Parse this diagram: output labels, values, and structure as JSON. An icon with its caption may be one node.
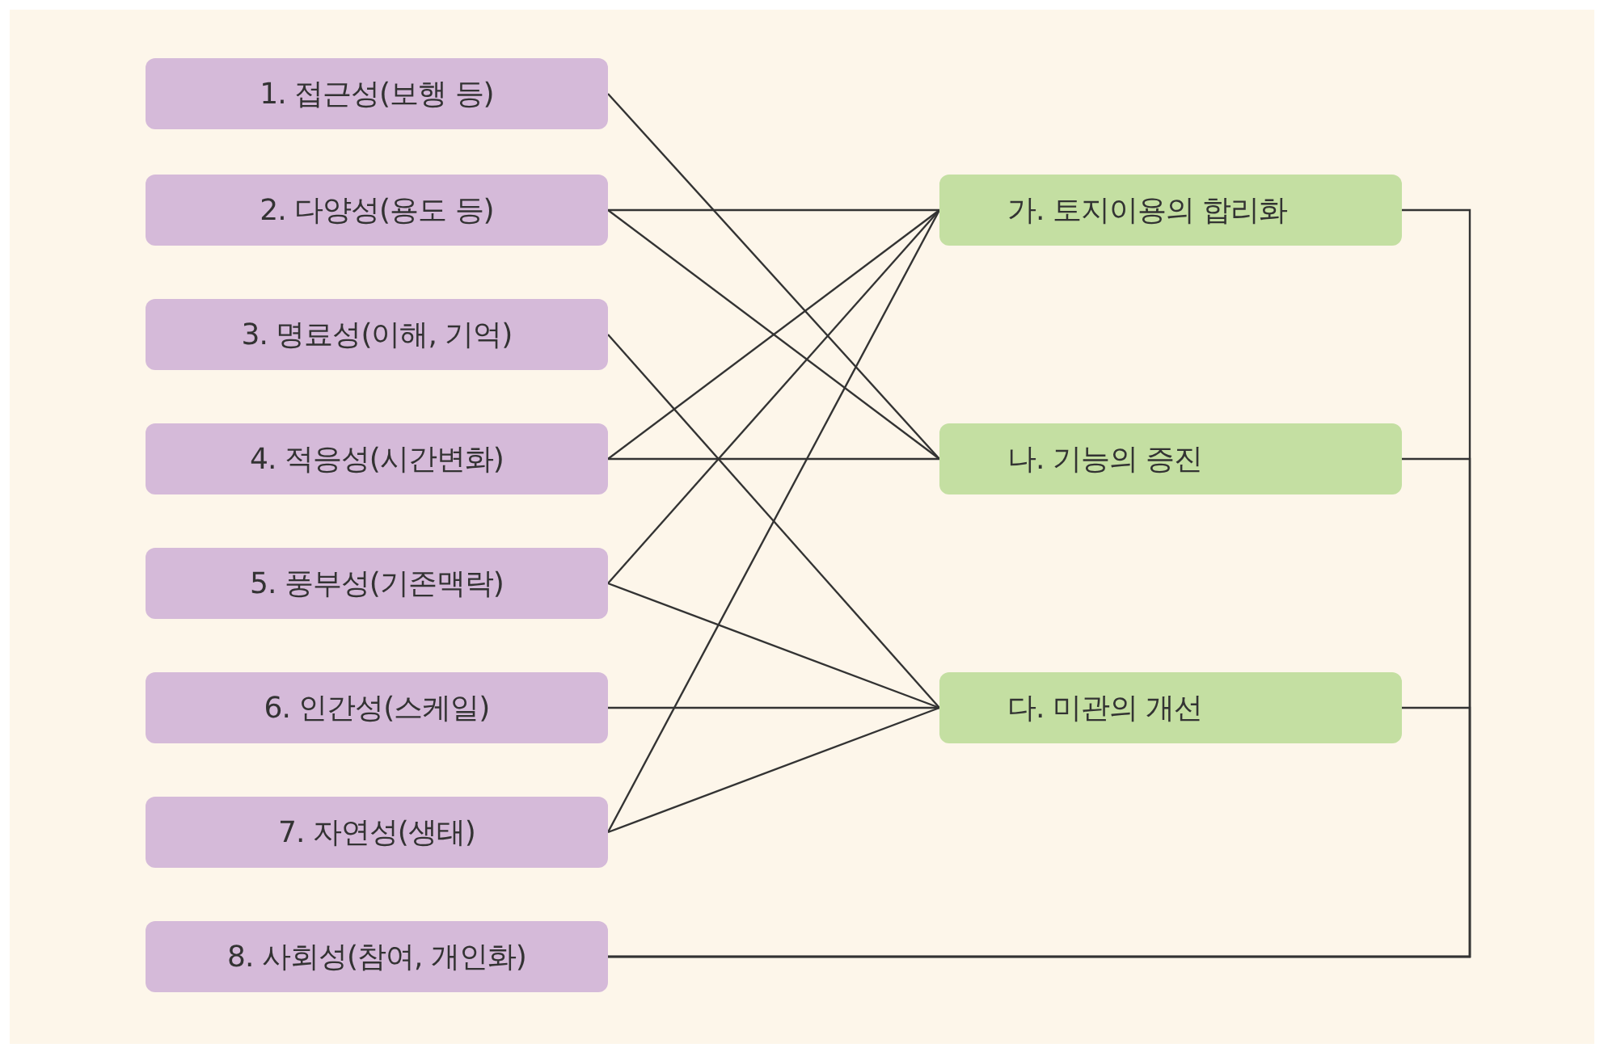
{
  "diagram": {
    "nodes": [
      {
        "text": [
          "1. 접근성(보행 등)"
        ]
      },
      {
        "text": [
          "2. 다양성(용도 등)"
        ]
      },
      {
        "text": [
          "3. 명료성(이해, 기억)"
        ]
      },
      {
        "text": [
          "4. 적응성(시간변화)"
        ]
      },
      {
        "text": [
          "5. 풍부성(기존맥락)"
        ]
      },
      {
        "text": [
          "6. 인간성(스케일)"
        ]
      },
      {
        "text": [
          "7. 자연성(생태)"
        ]
      },
      {
        "text": [
          "8. 사회성(참여, 개인화)"
        ]
      },
      {
        "text": [
          "가. 토지이용의 합리화"
        ]
      },
      {
        "text": [
          "나. 기능의 증진"
        ]
      },
      {
        "text": [
          "다. 미관의 개선"
        ]
      }
    ],
    "edges": [
      {
        "from": 0,
        "to": 9,
        "arrow": "none"
      },
      {
        "from": 1,
        "to": 8,
        "arrow": "none"
      },
      {
        "from": 1,
        "to": 9,
        "arrow": "none"
      },
      {
        "from": 2,
        "to": 10,
        "arrow": "none"
      },
      {
        "from": 3,
        "to": 8,
        "arrow": "none"
      },
      {
        "from": 3,
        "to": 9,
        "arrow": "none"
      },
      {
        "from": 4,
        "to": 8,
        "arrow": "none"
      },
      {
        "from": 4,
        "to": 10,
        "arrow": "none"
      },
      {
        "from": 5,
        "to": 10,
        "arrow": "none"
      },
      {
        "from": 6,
        "to": 8,
        "arrow": "none"
      },
      {
        "from": 6,
        "to": 10,
        "arrow": "none"
      },
      {
        "from": 7,
        "to": 8,
        "arrow": "none"
      },
      {
        "from": 7,
        "to": 9,
        "arrow": "none"
      },
      {
        "from": 7,
        "to": 10,
        "arrow": "none"
      }
    ]
  }
}
